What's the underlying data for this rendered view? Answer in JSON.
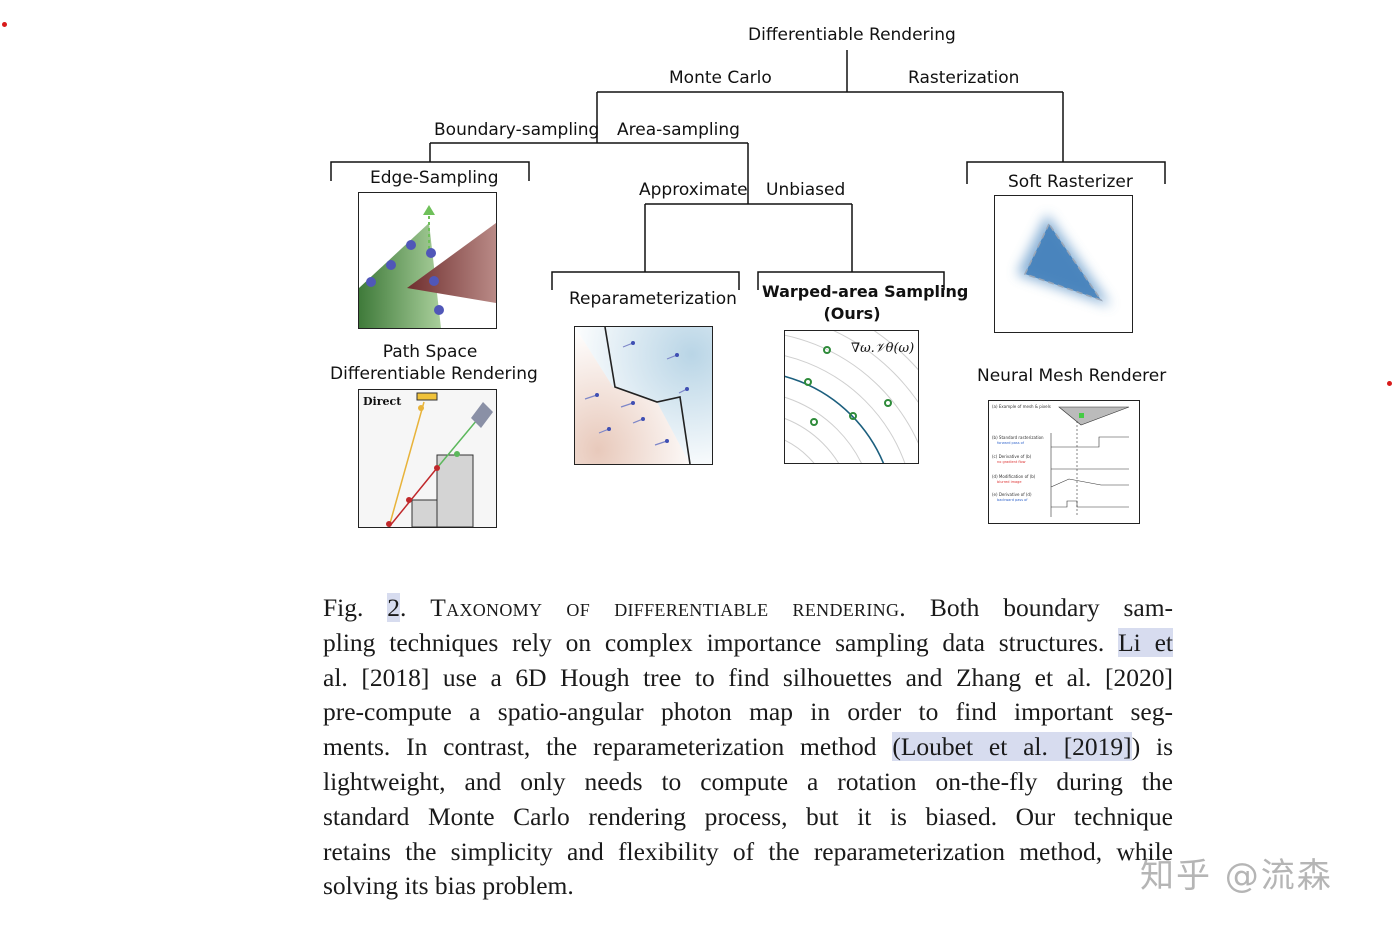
{
  "taxonomy": {
    "root": "Differentiable Rendering",
    "monte_carlo": "Monte Carlo",
    "rasterization": "Rasterization",
    "boundary_sampling": "Boundary-sampling",
    "area_sampling": "Area-sampling",
    "edge_sampling": "Edge-Sampling",
    "approximate": "Approximate",
    "unbiased": "Unbiased",
    "soft_rasterizer": "Soft Rasterizer",
    "reparameterization": "Reparameterization",
    "warped_area_line1": "Warped-area Sampling",
    "warped_area_line2": "(Ours)",
    "path_space_line1": "Path Space",
    "path_space_line2": "Differentiable Rendering",
    "neural_mesh": "Neural Mesh Renderer",
    "direct_label": "Direct",
    "warped_formula": "∇ω.𝒱θ(ω)"
  },
  "caption": {
    "fig_prefix": "Fig.",
    "fig_number": "2",
    "title": "Taxonomy of differentiable rendering.",
    "line1_rest": "Both boundary sam-",
    "line2_a": "pling techniques rely on complex importance sampling data structures.",
    "line2_link": "Li et",
    "line3": "al. [2018] use a 6D Hough tree to find silhouettes and Zhang et al. [2020]",
    "line4": "pre-compute a spatio-angular photon map in order to find important seg-",
    "line5_a": "ments. In contrast, the reparameterization method",
    "line5_link": "(Loubet et al. [2019]",
    "line5_b": ") is",
    "line6": "lightweight, and only needs to compute a rotation on-the-fly during the",
    "line7": "standard Monte Carlo rendering process, but it is biased. Our technique",
    "line8": "retains the simplicity and flexibility of the reparameterization method, while",
    "line9": "solving its bias problem."
  },
  "watermark": "知乎 @流森",
  "colors": {
    "highlight": "#d7dcef",
    "annotation_red": "#d81b1b",
    "green_fill": "#4f8a45",
    "maroon_fill": "#8a3b3b",
    "blue_fill": "#4a86c0"
  }
}
